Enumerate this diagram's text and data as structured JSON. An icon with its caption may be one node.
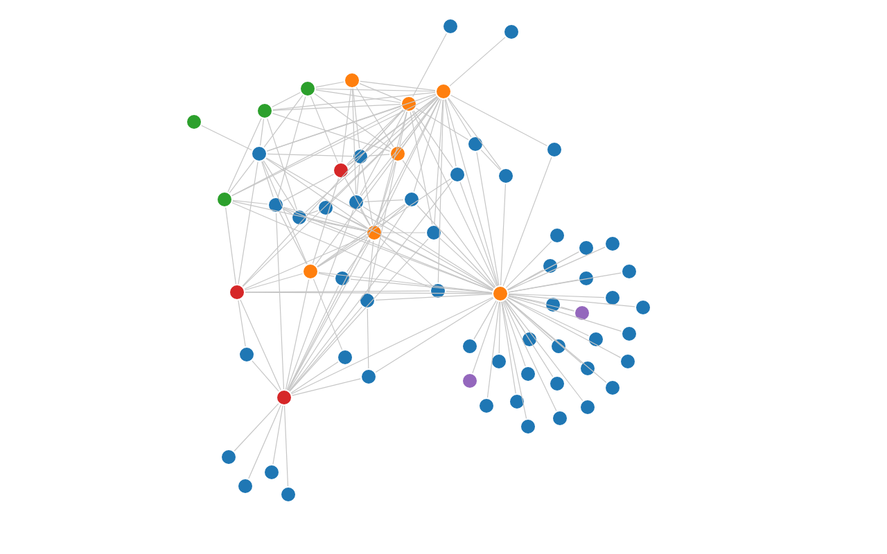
{
  "diagram": {
    "nodes": [
      {
        "text": [],
        "shape": "circle"
      },
      {
        "text": [],
        "shape": "circle"
      },
      {
        "text": [],
        "shape": "circle"
      },
      {
        "text": [],
        "shape": "circle"
      },
      {
        "text": [],
        "shape": "circle"
      },
      {
        "text": [],
        "shape": "circle"
      },
      {
        "text": [],
        "shape": "circle"
      },
      {
        "text": [],
        "shape": "circle"
      },
      {
        "text": [],
        "shape": "circle"
      },
      {
        "text": [],
        "shape": "circle"
      },
      {
        "text": [],
        "shape": "circle"
      },
      {
        "text": [],
        "shape": "circle"
      },
      {
        "text": [],
        "shape": "circle"
      },
      {
        "text": [],
        "shape": "circle"
      },
      {
        "text": [],
        "shape": "circle"
      },
      {
        "text": [],
        "shape": "circle"
      },
      {
        "text": [],
        "shape": "circle"
      },
      {
        "text": [],
        "shape": "circle"
      },
      {
        "text": [],
        "shape": "circle"
      },
      {
        "text": [],
        "shape": "circle"
      },
      {
        "text": [],
        "shape": "circle"
      },
      {
        "text": [],
        "shape": "circle"
      },
      {
        "text": [],
        "shape": "circle"
      },
      {
        "text": [],
        "shape": "circle"
      },
      {
        "text": [],
        "shape": "circle"
      },
      {
        "text": [],
        "shape": "circle"
      },
      {
        "text": [],
        "shape": "circle"
      },
      {
        "text": [],
        "shape": "circle"
      },
      {
        "text": [],
        "shape": "circle"
      },
      {
        "text": [],
        "shape": "circle"
      },
      {
        "text": [],
        "shape": "circle"
      },
      {
        "text": [],
        "shape": "circle"
      },
      {
        "text": [],
        "shape": "circle"
      },
      {
        "text": [],
        "shape": "circle"
      },
      {
        "text": [],
        "shape": "circle"
      },
      {
        "text": [],
        "shape": "circle"
      },
      {
        "text": [],
        "shape": "circle"
      },
      {
        "text": [],
        "shape": "circle"
      },
      {
        "text": [],
        "shape": "circle"
      },
      {
        "text": [],
        "shape": "circle"
      },
      {
        "text": [],
        "shape": "circle"
      },
      {
        "text": [],
        "shape": "circle"
      },
      {
        "text": [],
        "shape": "circle"
      },
      {
        "text": [],
        "shape": "circle"
      },
      {
        "text": [],
        "shape": "circle"
      },
      {
        "text": [],
        "shape": "circle"
      },
      {
        "text": [],
        "shape": "circle"
      },
      {
        "text": [],
        "shape": "circle"
      },
      {
        "text": [],
        "shape": "circle"
      },
      {
        "text": [],
        "shape": "circle"
      },
      {
        "text": [],
        "shape": "circle"
      },
      {
        "text": [],
        "shape": "circle"
      },
      {
        "text": [],
        "shape": "circle"
      },
      {
        "text": [],
        "shape": "circle"
      },
      {
        "text": [],
        "shape": "circle"
      },
      {
        "text": [],
        "shape": "circle"
      },
      {
        "text": [],
        "shape": "circle"
      },
      {
        "text": [],
        "shape": "circle"
      },
      {
        "text": [],
        "shape": "circle"
      },
      {
        "text": [],
        "shape": "circle"
      },
      {
        "text": [],
        "shape": "circle"
      },
      {
        "text": [],
        "shape": "circle"
      },
      {
        "text": [],
        "shape": "circle"
      },
      {
        "text": [],
        "shape": "circle"
      },
      {
        "text": [],
        "shape": "circle"
      }
    ],
    "edges": [
      {
        "from": 0,
        "to": 4,
        "arrow": "none"
      },
      {
        "from": 1,
        "to": 5,
        "arrow": "none"
      },
      {
        "from": 2,
        "to": 4,
        "arrow": "none"
      },
      {
        "from": 2,
        "to": 5,
        "arrow": "none"
      },
      {
        "from": 3,
        "to": 4,
        "arrow": "none"
      },
      {
        "from": 3,
        "to": 5,
        "arrow": "none"
      },
      {
        "from": 6,
        "to": 5,
        "arrow": "none"
      },
      {
        "from": 6,
        "to": 4,
        "arrow": "none"
      },
      {
        "from": 2,
        "to": 3,
        "arrow": "none"
      },
      {
        "from": 3,
        "to": 6,
        "arrow": "none"
      },
      {
        "from": 2,
        "to": 9,
        "arrow": "none"
      },
      {
        "from": 2,
        "to": 20,
        "arrow": "none"
      },
      {
        "from": 3,
        "to": 8,
        "arrow": "none"
      },
      {
        "from": 3,
        "to": 17,
        "arrow": "none"
      },
      {
        "from": 3,
        "to": 11,
        "arrow": "none"
      },
      {
        "from": 6,
        "to": 8,
        "arrow": "none"
      },
      {
        "from": 6,
        "to": 16,
        "arrow": "none"
      },
      {
        "from": 6,
        "to": 18,
        "arrow": "none"
      },
      {
        "from": 7,
        "to": 8,
        "arrow": "none"
      },
      {
        "from": 8,
        "to": 4,
        "arrow": "none"
      },
      {
        "from": 8,
        "to": 5,
        "arrow": "none"
      },
      {
        "from": 8,
        "to": 9,
        "arrow": "none"
      },
      {
        "from": 8,
        "to": 16,
        "arrow": "none"
      },
      {
        "from": 8,
        "to": 17,
        "arrow": "none"
      },
      {
        "from": 8,
        "to": 18,
        "arrow": "none"
      },
      {
        "from": 8,
        "to": 26,
        "arrow": "none"
      },
      {
        "from": 8,
        "to": 24,
        "arrow": "none"
      },
      {
        "from": 8,
        "to": 22,
        "arrow": "none"
      },
      {
        "from": 9,
        "to": 4,
        "arrow": "none"
      },
      {
        "from": 9,
        "to": 5,
        "arrow": "none"
      },
      {
        "from": 9,
        "to": 10,
        "arrow": "none"
      },
      {
        "from": 9,
        "to": 11,
        "arrow": "none"
      },
      {
        "from": 9,
        "to": 22,
        "arrow": "none"
      },
      {
        "from": 10,
        "to": 4,
        "arrow": "none"
      },
      {
        "from": 10,
        "to": 5,
        "arrow": "none"
      },
      {
        "from": 10,
        "to": 22,
        "arrow": "none"
      },
      {
        "from": 10,
        "to": 27,
        "arrow": "none"
      },
      {
        "from": 11,
        "to": 4,
        "arrow": "none"
      },
      {
        "from": 11,
        "to": 22,
        "arrow": "none"
      },
      {
        "from": 11,
        "to": 24,
        "arrow": "none"
      },
      {
        "from": 12,
        "to": 5,
        "arrow": "none"
      },
      {
        "from": 12,
        "to": 4,
        "arrow": "none"
      },
      {
        "from": 12,
        "to": 29,
        "arrow": "none"
      },
      {
        "from": 12,
        "to": 15,
        "arrow": "none"
      },
      {
        "from": 13,
        "to": 5,
        "arrow": "none"
      },
      {
        "from": 13,
        "to": 29,
        "arrow": "none"
      },
      {
        "from": 14,
        "to": 5,
        "arrow": "none"
      },
      {
        "from": 14,
        "to": 4,
        "arrow": "none"
      },
      {
        "from": 14,
        "to": 29,
        "arrow": "none"
      },
      {
        "from": 14,
        "to": 24,
        "arrow": "none"
      },
      {
        "from": 15,
        "to": 29,
        "arrow": "none"
      },
      {
        "from": 15,
        "to": 5,
        "arrow": "none"
      },
      {
        "from": 16,
        "to": 17,
        "arrow": "none"
      },
      {
        "from": 16,
        "to": 26,
        "arrow": "none"
      },
      {
        "from": 16,
        "to": 4,
        "arrow": "none"
      },
      {
        "from": 16,
        "to": 5,
        "arrow": "none"
      },
      {
        "from": 16,
        "to": 22,
        "arrow": "none"
      },
      {
        "from": 17,
        "to": 18,
        "arrow": "none"
      },
      {
        "from": 17,
        "to": 22,
        "arrow": "none"
      },
      {
        "from": 17,
        "to": 24,
        "arrow": "none"
      },
      {
        "from": 17,
        "to": 33,
        "arrow": "none"
      },
      {
        "from": 18,
        "to": 19,
        "arrow": "none"
      },
      {
        "from": 18,
        "to": 22,
        "arrow": "none"
      },
      {
        "from": 18,
        "to": 29,
        "arrow": "none"
      },
      {
        "from": 19,
        "to": 22,
        "arrow": "none"
      },
      {
        "from": 19,
        "to": 5,
        "arrow": "none"
      },
      {
        "from": 20,
        "to": 22,
        "arrow": "none"
      },
      {
        "from": 20,
        "to": 4,
        "arrow": "none"
      },
      {
        "from": 20,
        "to": 5,
        "arrow": "none"
      },
      {
        "from": 20,
        "to": 21,
        "arrow": "none"
      },
      {
        "from": 21,
        "to": 5,
        "arrow": "none"
      },
      {
        "from": 21,
        "to": 22,
        "arrow": "none"
      },
      {
        "from": 21,
        "to": 24,
        "arrow": "none"
      },
      {
        "from": 22,
        "to": 23,
        "arrow": "none"
      },
      {
        "from": 22,
        "to": 24,
        "arrow": "none"
      },
      {
        "from": 22,
        "to": 25,
        "arrow": "none"
      },
      {
        "from": 22,
        "to": 26,
        "arrow": "none"
      },
      {
        "from": 22,
        "to": 27,
        "arrow": "none"
      },
      {
        "from": 22,
        "to": 28,
        "arrow": "none"
      },
      {
        "from": 22,
        "to": 29,
        "arrow": "none"
      },
      {
        "from": 22,
        "to": 33,
        "arrow": "none"
      },
      {
        "from": 22,
        "to": 4,
        "arrow": "none"
      },
      {
        "from": 22,
        "to": 5,
        "arrow": "none"
      },
      {
        "from": 23,
        "to": 5,
        "arrow": "none"
      },
      {
        "from": 23,
        "to": 4,
        "arrow": "none"
      },
      {
        "from": 23,
        "to": 29,
        "arrow": "none"
      },
      {
        "from": 24,
        "to": 26,
        "arrow": "none"
      },
      {
        "from": 24,
        "to": 25,
        "arrow": "none"
      },
      {
        "from": 24,
        "to": 33,
        "arrow": "none"
      },
      {
        "from": 24,
        "to": 31,
        "arrow": "none"
      },
      {
        "from": 24,
        "to": 5,
        "arrow": "none"
      },
      {
        "from": 24,
        "to": 29,
        "arrow": "none"
      },
      {
        "from": 25,
        "to": 29,
        "arrow": "none"
      },
      {
        "from": 26,
        "to": 28,
        "arrow": "none"
      },
      {
        "from": 26,
        "to": 29,
        "arrow": "none"
      },
      {
        "from": 26,
        "to": 33,
        "arrow": "none"
      },
      {
        "from": 26,
        "to": 30,
        "arrow": "none"
      },
      {
        "from": 26,
        "to": 4,
        "arrow": "none"
      },
      {
        "from": 26,
        "to": 5,
        "arrow": "none"
      },
      {
        "from": 27,
        "to": 29,
        "arrow": "none"
      },
      {
        "from": 27,
        "to": 32,
        "arrow": "none"
      },
      {
        "from": 27,
        "to": 33,
        "arrow": "none"
      },
      {
        "from": 28,
        "to": 29,
        "arrow": "none"
      },
      {
        "from": 28,
        "to": 5,
        "arrow": "none"
      },
      {
        "from": 30,
        "to": 33,
        "arrow": "none"
      },
      {
        "from": 31,
        "to": 33,
        "arrow": "none"
      },
      {
        "from": 32,
        "to": 33,
        "arrow": "none"
      },
      {
        "from": 32,
        "to": 29,
        "arrow": "none"
      },
      {
        "from": 33,
        "to": 29,
        "arrow": "none"
      },
      {
        "from": 33,
        "to": 34,
        "arrow": "none"
      },
      {
        "from": 33,
        "to": 35,
        "arrow": "none"
      },
      {
        "from": 33,
        "to": 36,
        "arrow": "none"
      },
      {
        "from": 33,
        "to": 37,
        "arrow": "none"
      },
      {
        "from": 33,
        "to": 5,
        "arrow": "none"
      },
      {
        "from": 33,
        "to": 21,
        "arrow": "none"
      },
      {
        "from": 33,
        "to": 14,
        "arrow": "none"
      },
      {
        "from": 33,
        "to": 25,
        "arrow": "none"
      },
      {
        "from": 4,
        "to": 29,
        "arrow": "none"
      },
      {
        "from": 5,
        "to": 29,
        "arrow": "none"
      },
      {
        "from": 10,
        "to": 29,
        "arrow": "none"
      },
      {
        "from": 21,
        "to": 29,
        "arrow": "none"
      },
      {
        "from": 17,
        "to": 29,
        "arrow": "none"
      },
      {
        "from": 8,
        "to": 29,
        "arrow": "none"
      },
      {
        "from": 19,
        "to": 29,
        "arrow": "none"
      },
      {
        "from": 20,
        "to": 29,
        "arrow": "none"
      },
      {
        "from": 11,
        "to": 5,
        "arrow": "none"
      },
      {
        "from": 11,
        "to": 17,
        "arrow": "none"
      },
      {
        "from": 18,
        "to": 5,
        "arrow": "none"
      },
      {
        "from": 9,
        "to": 20,
        "arrow": "none"
      },
      {
        "from": 2,
        "to": 11,
        "arrow": "none"
      },
      {
        "from": 2,
        "to": 10,
        "arrow": "none"
      },
      {
        "from": 3,
        "to": 10,
        "arrow": "none"
      },
      {
        "from": 6,
        "to": 10,
        "arrow": "none"
      },
      {
        "from": 16,
        "to": 28,
        "arrow": "none"
      },
      {
        "from": 33,
        "to": 23,
        "arrow": "none"
      },
      {
        "from": 33,
        "to": 20,
        "arrow": "none"
      },
      {
        "from": 29,
        "to": 38,
        "arrow": "none"
      },
      {
        "from": 29,
        "to": 39,
        "arrow": "none"
      },
      {
        "from": 29,
        "to": 40,
        "arrow": "none"
      },
      {
        "from": 29,
        "to": 41,
        "arrow": "none"
      },
      {
        "from": 29,
        "to": 42,
        "arrow": "none"
      },
      {
        "from": 29,
        "to": 43,
        "arrow": "none"
      },
      {
        "from": 29,
        "to": 44,
        "arrow": "none"
      },
      {
        "from": 29,
        "to": 45,
        "arrow": "none"
      },
      {
        "from": 29,
        "to": 46,
        "arrow": "none"
      },
      {
        "from": 29,
        "to": 47,
        "arrow": "none"
      },
      {
        "from": 29,
        "to": 48,
        "arrow": "none"
      },
      {
        "from": 29,
        "to": 49,
        "arrow": "none"
      },
      {
        "from": 29,
        "to": 50,
        "arrow": "none"
      },
      {
        "from": 29,
        "to": 51,
        "arrow": "none"
      },
      {
        "from": 29,
        "to": 52,
        "arrow": "none"
      },
      {
        "from": 29,
        "to": 53,
        "arrow": "none"
      },
      {
        "from": 29,
        "to": 54,
        "arrow": "none"
      },
      {
        "from": 29,
        "to": 55,
        "arrow": "none"
      },
      {
        "from": 29,
        "to": 56,
        "arrow": "none"
      },
      {
        "from": 29,
        "to": 57,
        "arrow": "none"
      },
      {
        "from": 29,
        "to": 58,
        "arrow": "none"
      },
      {
        "from": 29,
        "to": 59,
        "arrow": "none"
      },
      {
        "from": 29,
        "to": 60,
        "arrow": "none"
      },
      {
        "from": 29,
        "to": 61,
        "arrow": "none"
      },
      {
        "from": 29,
        "to": 62,
        "arrow": "none"
      },
      {
        "from": 29,
        "to": 63,
        "arrow": "none"
      },
      {
        "from": 29,
        "to": 64,
        "arrow": "none"
      },
      {
        "from": 44,
        "to": 45,
        "arrow": "none"
      }
    ]
  }
}
